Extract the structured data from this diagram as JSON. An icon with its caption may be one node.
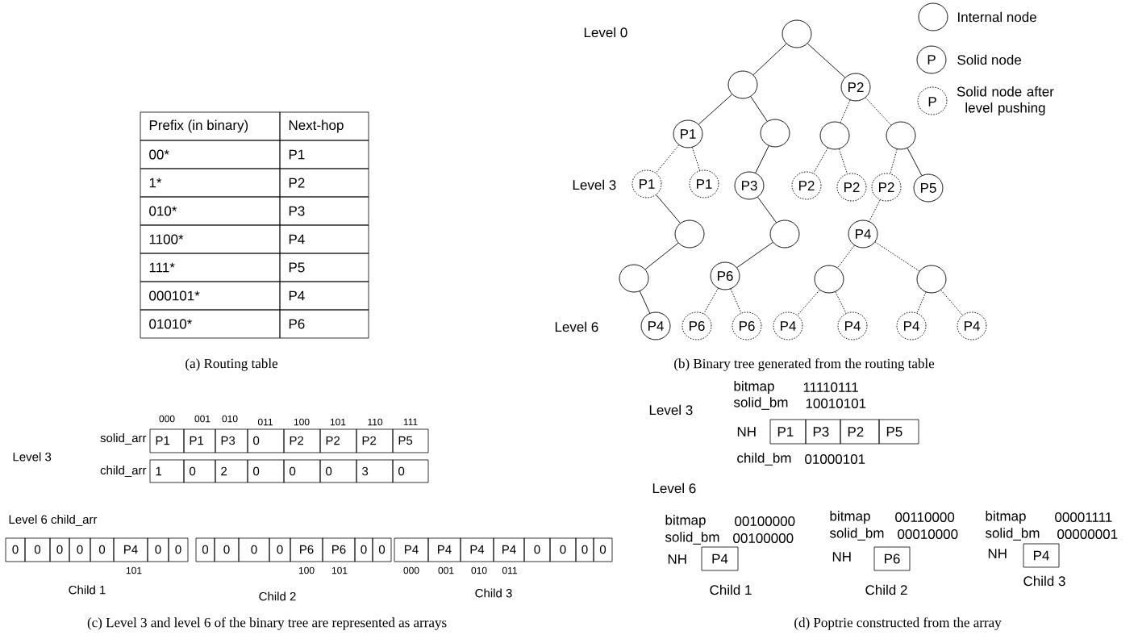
{
  "diagram": {
    "nodes": [
      {
        "text": [],
        "shape": "circle"
      },
      {
        "text": [],
        "shape": "circle"
      },
      {
        "text": [
          "P2"
        ]
      },
      {
        "text": [
          "P1"
        ]
      },
      {
        "text": [],
        "shape": "circle"
      },
      {
        "text": [],
        "shape": "circle"
      },
      {
        "text": [],
        "shape": "circle"
      },
      {
        "text": [
          "P1"
        ]
      },
      {
        "text": [
          "P1"
        ]
      },
      {
        "text": [
          "P3"
        ]
      },
      {
        "text": [
          "P2"
        ]
      },
      {
        "text": [
          "P2"
        ]
      },
      {
        "text": [
          "P2"
        ]
      },
      {
        "text": [
          "P5"
        ]
      },
      {
        "text": [],
        "shape": "circle"
      },
      {
        "text": [],
        "shape": "circle"
      },
      {
        "text": [
          "P4"
        ]
      },
      {
        "text": [],
        "shape": "circle"
      },
      {
        "text": [
          "P6"
        ]
      },
      {
        "text": [],
        "shape": "circle"
      },
      {
        "text": [],
        "shape": "circle"
      },
      {
        "text": [
          "P4"
        ]
      },
      {
        "text": [
          "P6"
        ]
      },
      {
        "text": [
          "P6"
        ]
      },
      {
        "text": [
          "P4"
        ]
      },
      {
        "text": [
          "P4"
        ]
      },
      {
        "text": [
          "P4"
        ]
      },
      {
        "text": [
          "P4"
        ]
      }
    ],
    "edges": [
      {
        "from": 0,
        "to": 1,
        "arrow": "none"
      },
      {
        "from": 0,
        "to": 2,
        "arrow": "none"
      },
      {
        "from": 1,
        "to": 3,
        "arrow": "none"
      },
      {
        "from": 1,
        "to": 4,
        "arrow": "none"
      },
      {
        "from": 2,
        "to": 5,
        "arrow": "none",
        "style": "dashed"
      },
      {
        "from": 2,
        "to": 6,
        "arrow": "none",
        "style": "dashed"
      },
      {
        "from": 3,
        "to": 7,
        "arrow": "none",
        "style": "dashed"
      },
      {
        "from": 3,
        "to": 8,
        "arrow": "none",
        "style": "dashed"
      },
      {
        "from": 4,
        "to": 9,
        "arrow": "none"
      },
      {
        "from": 5,
        "to": 10,
        "arrow": "none",
        "style": "dashed"
      },
      {
        "from": 5,
        "to": 11,
        "arrow": "none",
        "style": "dashed"
      },
      {
        "from": 6,
        "to": 12,
        "arrow": "none",
        "style": "dashed"
      },
      {
        "from": 6,
        "to": 13,
        "arrow": "none"
      },
      {
        "from": 7,
        "to": 14,
        "arrow": "none"
      },
      {
        "from": 9,
        "to": 15,
        "arrow": "none"
      },
      {
        "from": 12,
        "to": 16,
        "arrow": "none",
        "style": "dashed"
      },
      {
        "from": 14,
        "to": 17,
        "arrow": "none"
      },
      {
        "from": 15,
        "to": 18,
        "arrow": "none"
      },
      {
        "from": 16,
        "to": 19,
        "arrow": "none",
        "style": "dashed"
      },
      {
        "from": 16,
        "to": 20,
        "arrow": "none",
        "style": "dashed"
      },
      {
        "from": 17,
        "to": 21,
        "arrow": "none"
      },
      {
        "from": 18,
        "to": 22,
        "arrow": "none",
        "style": "dashed"
      },
      {
        "from": 18,
        "to": 23,
        "arrow": "none",
        "style": "dashed"
      },
      {
        "from": 19,
        "to": 24,
        "arrow": "none",
        "style": "dashed"
      },
      {
        "from": 19,
        "to": 25,
        "arrow": "none",
        "style": "dashed"
      },
      {
        "from": 20,
        "to": 26,
        "arrow": "none",
        "style": "dashed"
      },
      {
        "from": 20,
        "to": 27,
        "arrow": "none",
        "style": "dashed"
      }
    ],
    "labels": [
      "Level 0",
      "Level 3",
      "Level 6",
      "P",
      "P",
      "Prefix (in binary)",
      "Next-hop",
      "00*",
      "P1",
      "1*",
      "P2",
      "010*",
      "P3",
      "1100*",
      "P4",
      "111*",
      "P5",
      "000101*",
      "P4",
      "01010*",
      "P6",
      "(a) Routing table",
      "(b) Binary tree generated from the routing table",
      "000",
      "001",
      "010",
      "011",
      "100",
      "101",
      "110",
      "111",
      "solid_arr",
      "P1",
      "P1",
      "P3",
      "0",
      "P2",
      "P2",
      "P2",
      "P5",
      "Level 3",
      "child_arr",
      "1",
      "0",
      "2",
      "0",
      "0",
      "0",
      "3",
      "0",
      "Level 6 child_arr",
      "0",
      "0",
      "0",
      "0",
      "0",
      "P4",
      "0",
      "0",
      "0",
      "0",
      "0",
      "0",
      "P6",
      "P6",
      "0",
      "0",
      "P4",
      "P4",
      "P4",
      "P4",
      "0",
      "0",
      "0",
      "0",
      "101",
      "100",
      "101",
      "000",
      "001",
      "010",
      "011",
      "Child 1",
      "Child 2",
      "Child 3",
      "(c) Level 3 and level 6 of the binary tree are represented as arrays",
      "bitmap",
      "11110111",
      "solid_bm",
      "10010101",
      "Level 3",
      "NH",
      "P1",
      "P3",
      "P2",
      "P5",
      "child_bm",
      "01000101",
      "Level 6",
      "bitmap",
      "00100000",
      "solid_bm",
      "00100000",
      "NH",
      "P4",
      "bitmap",
      "00110000",
      "solid_bm",
      "00010000",
      "NH",
      "P6",
      "bitmap",
      "00001111",
      "solid_bm",
      "00000001",
      "NH",
      "P4",
      "Child 1",
      "Child 2",
      "Child 3",
      "(d) Poptrie constructed from the array"
    ],
    "legend": [
      {
        "text": "Internal node"
      },
      {
        "text": "Solid node"
      },
      {
        "text": "Solid node after level pushing"
      }
    ]
  }
}
